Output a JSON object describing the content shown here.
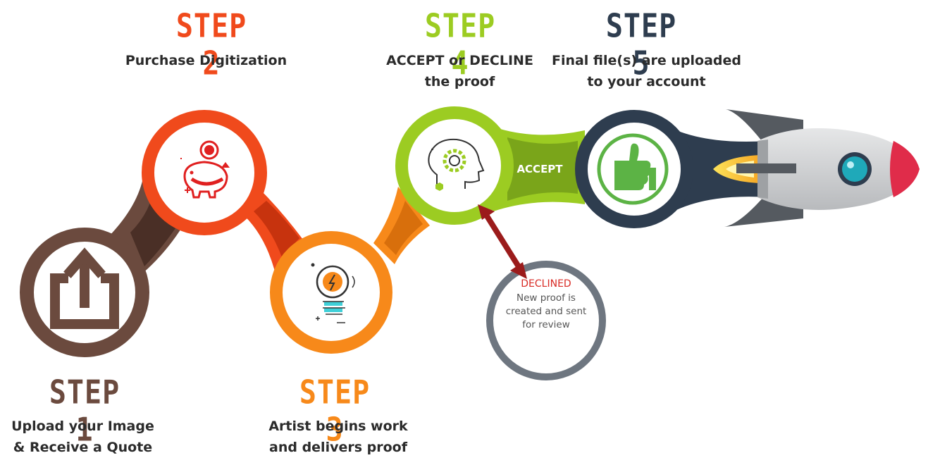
{
  "colors": {
    "step1": "#6b4a3e",
    "step2": "#f04a1c",
    "step3": "#f7891a",
    "step4": "#9ccc22",
    "step5": "#2e3d4f",
    "declined_ring": "#6e7680",
    "declined_text": "#d82a24",
    "arrow": "#9b1b1b"
  },
  "steps": [
    {
      "title": "STEP 1",
      "lines": [
        "Upload your Image",
        "& Receive a Quote"
      ],
      "icon": "upload-icon"
    },
    {
      "title": "STEP 2",
      "lines": [
        "Purchase Digitization"
      ],
      "icon": "piggy-bank-icon"
    },
    {
      "title": "STEP 3",
      "lines": [
        "Artist begins work",
        "and delivers proof"
      ],
      "icon": "lightbulb-icon"
    },
    {
      "title": "STEP 4",
      "lines": [
        "ACCEPT or DECLINE",
        "the proof"
      ],
      "icon": "head-gear-icon"
    },
    {
      "title": "STEP 5",
      "lines": [
        "Final file(s) are uploaded",
        "to your account"
      ],
      "icon": "thumbs-up-icon"
    }
  ],
  "accept_label": "ACCEPT",
  "declined": {
    "title": "DECLINED",
    "lines": [
      "New proof is",
      "created and sent",
      "for review"
    ]
  },
  "rocket_icon": "rocket-icon"
}
